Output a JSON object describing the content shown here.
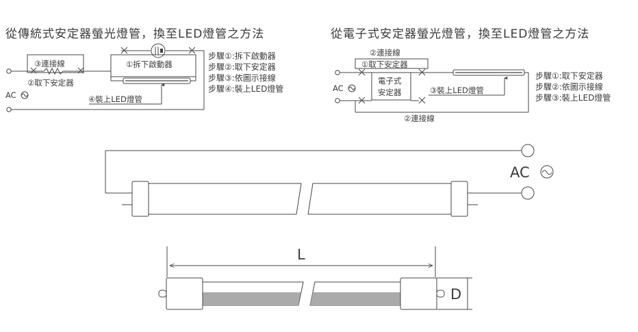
{
  "left_diagram": {
    "title": "從傳統式安定器螢光燈管，換至LED燈管之方法",
    "label_connect": "③連接線",
    "label_remove_starter": "①拆下啟動器",
    "label_remove_ballast": "②取下安定器",
    "label_ac": "AC",
    "label_install": "④裝上LED燈管",
    "steps": [
      "步驟①:拆下啟動器",
      "步驟②:取下安定器",
      "步驟③:依圖示接線",
      "步驟④:裝上LED燈管"
    ]
  },
  "right_diagram": {
    "title": "從電子式安定器螢光燈管，換至LED燈管之方法",
    "label_connect_top": "②連接線",
    "label_remove_ballast": "①取下安定器",
    "label_ballast_line1": "電子式",
    "label_ballast_line2": "安定器",
    "label_ac": "AC",
    "label_install": "③裝上LED燈管",
    "label_connect_bottom": "②連接線",
    "steps": [
      "步驟①:取下安定器",
      "步驟②:依圖示接線",
      "步驟③:裝上LED燈管"
    ]
  },
  "wiring": {
    "label_ac": "AC"
  },
  "dimensions": {
    "length_label": "L",
    "diameter_label": "D"
  },
  "colors": {
    "line": "#444444",
    "tube_fill": "#aaaaaa"
  },
  "icons": [
    "ac-sine-icon",
    "starter-icon",
    "terminal-circle-icon",
    "cut-x-icon"
  ]
}
